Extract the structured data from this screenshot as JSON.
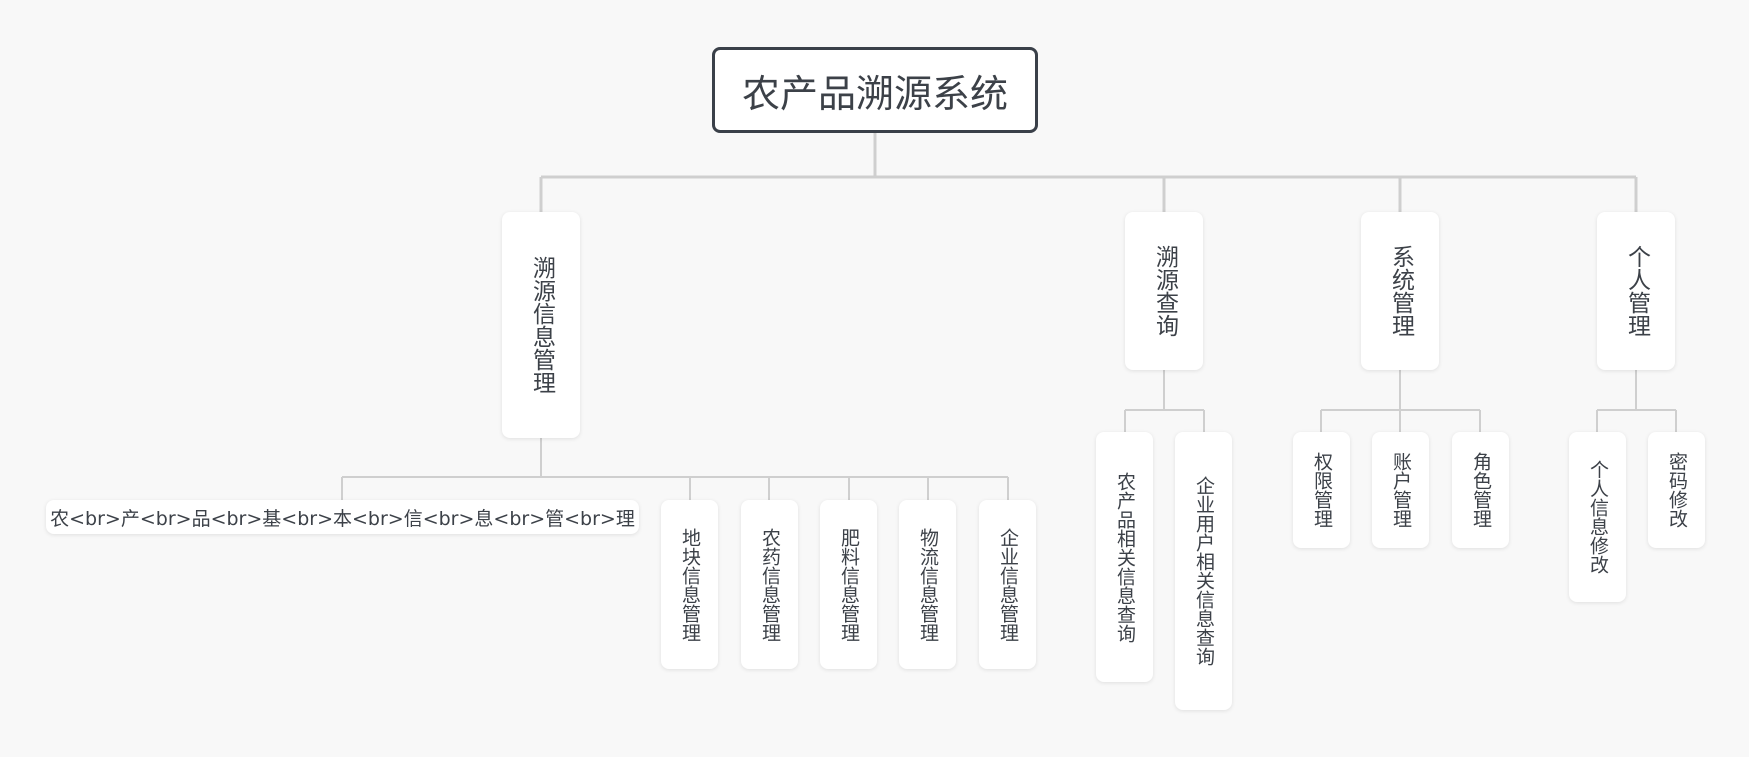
{
  "root": {
    "label": "农产品溯源系统"
  },
  "branches": [
    {
      "label": "溯源信息管理",
      "children": [
        "农<br>产<br>品<br>基<br>本<br>信<br>息<br>管<br>理",
        "地块信息管理",
        "农药信息管理",
        "肥料信息管理",
        "物流信息管理",
        "企业信息管理"
      ]
    },
    {
      "label": "溯源查询",
      "children": [
        "农产品相关信息查询",
        "企业用户相关信息查询"
      ]
    },
    {
      "label": "系统管理",
      "children": [
        "权限管理",
        "账户管理",
        "角色管理"
      ]
    },
    {
      "label": "个人管理",
      "children": [
        "个人信息修改",
        "密码修改"
      ]
    }
  ],
  "colors": {
    "connector": "#cfcfcf",
    "border": "#3a4049",
    "text": "#3c4148",
    "background": "#f8f8f8"
  }
}
